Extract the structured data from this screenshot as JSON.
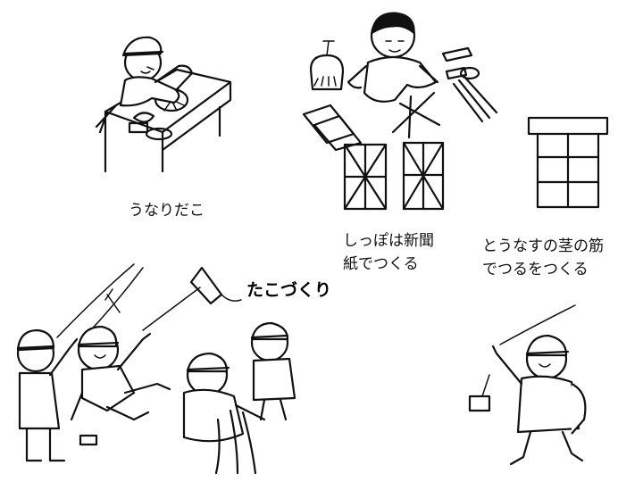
{
  "title": "たこづくり",
  "captions": {
    "unaridako": "うなりだこ",
    "tail_line1": "しっぽは新聞",
    "tail_line2": "紙でつくる",
    "vine_line1": "とうなすの茎の筋",
    "vine_line2": "でつるをつくる"
  },
  "colors": {
    "ink": "#111111",
    "paper": "#ffffff"
  }
}
